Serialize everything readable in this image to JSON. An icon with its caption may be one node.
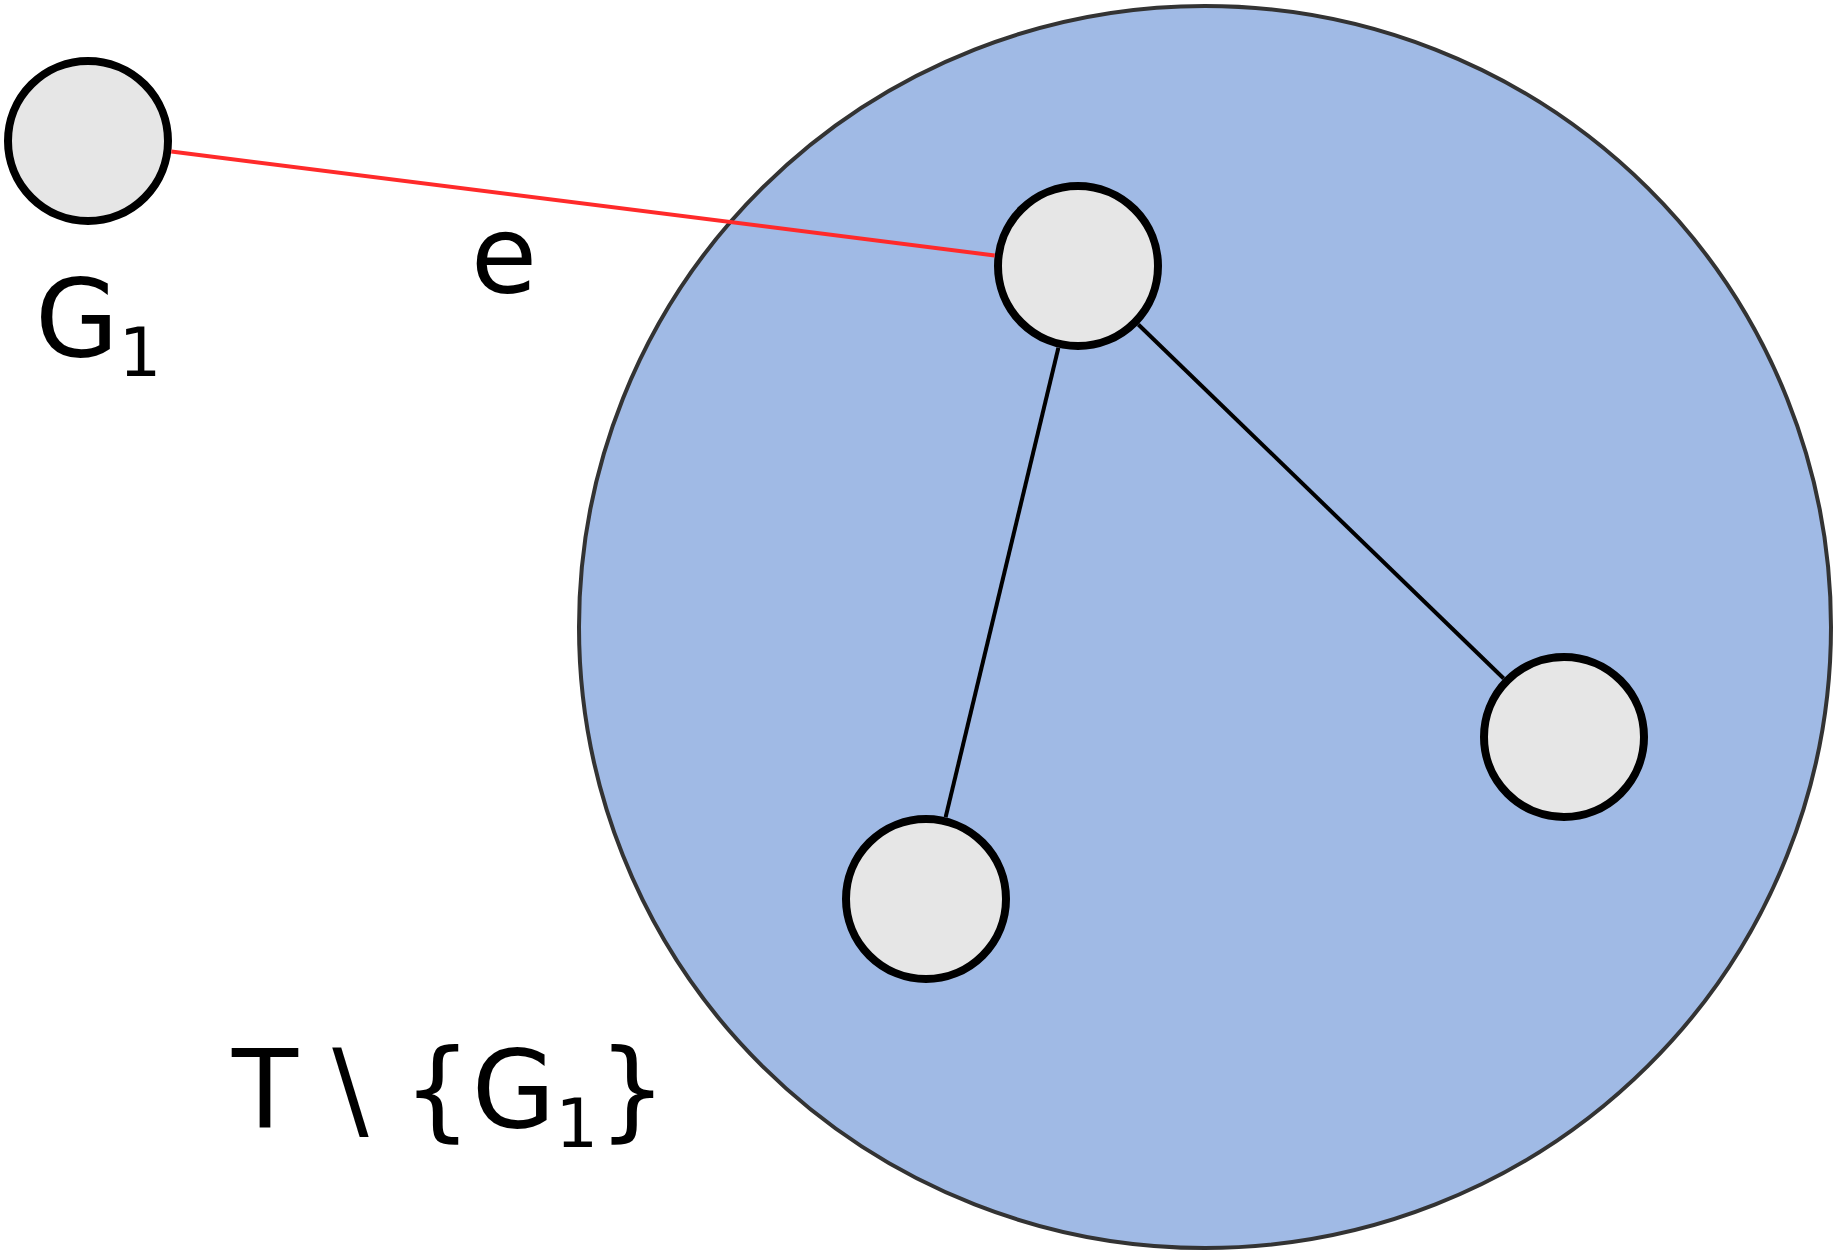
{
  "diagram": {
    "nodes": [
      {
        "text": [],
        "shape": "circle",
        "beside": [
          "G$_{1}$"
        ]
      },
      {
        "text": [
          "T \\ {G$_{1}$}"
        ]
      },
      {
        "text": [],
        "shape": "circle",
        "in": 1
      },
      {
        "text": [],
        "shape": "circle",
        "in": 1
      },
      {
        "text": [],
        "shape": "circle",
        "in": 1
      }
    ],
    "edges": [
      {
        "from": 0,
        "to": 2,
        "arrow": "none",
        "label": "e",
        "color": "#ff2a2a"
      },
      {
        "from": 2,
        "to": 3,
        "arrow": "none"
      },
      {
        "from": 2,
        "to": 4,
        "arrow": "none"
      }
    ]
  }
}
